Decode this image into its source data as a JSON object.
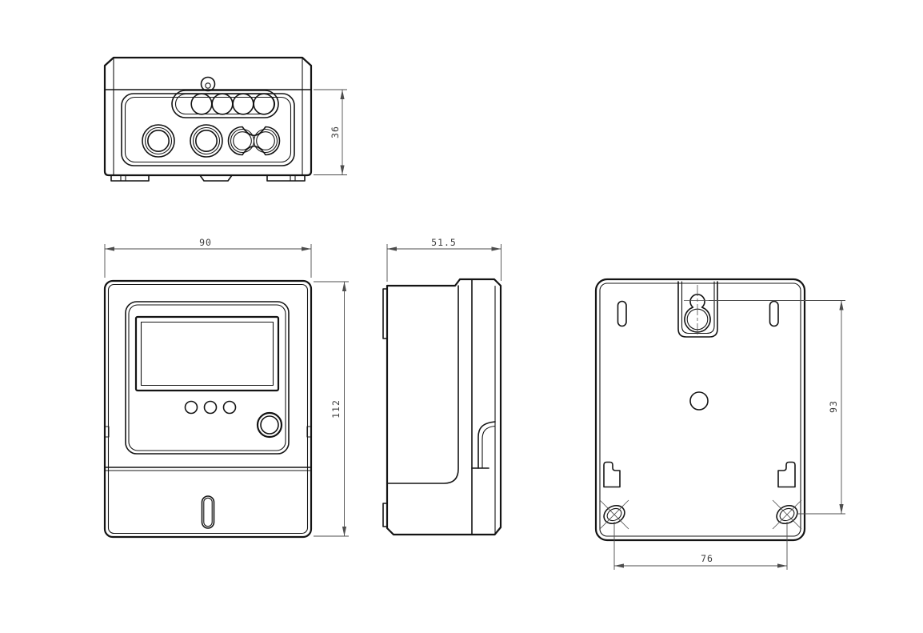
{
  "drawing": {
    "type": "engineering-dimension-drawing",
    "subject": "energy-meter-enclosure",
    "units": "mm",
    "background_color": "#ffffff",
    "outline_color": "#141414",
    "dimension_color": "#4d4d4d",
    "views": {
      "top_view": {
        "name": "terminal-end-view",
        "dimension_refs": [
          "d36"
        ]
      },
      "front_view": {
        "name": "front-view",
        "dimension_refs": [
          "d90",
          "d112"
        ]
      },
      "side_view": {
        "name": "side-view",
        "dimension_refs": [
          "d51_5"
        ]
      },
      "back_view": {
        "name": "back-mounting-view",
        "dimension_refs": [
          "d93",
          "d76"
        ]
      }
    }
  },
  "dims": {
    "d36": {
      "value": "36",
      "orientation": "vertical"
    },
    "d90": {
      "value": "90",
      "orientation": "horizontal"
    },
    "d112": {
      "value": "112",
      "orientation": "vertical"
    },
    "d51_5": {
      "value": "51.5",
      "orientation": "horizontal"
    },
    "d93": {
      "value": "93",
      "orientation": "vertical"
    },
    "d76": {
      "value": "76",
      "orientation": "horizontal"
    }
  }
}
